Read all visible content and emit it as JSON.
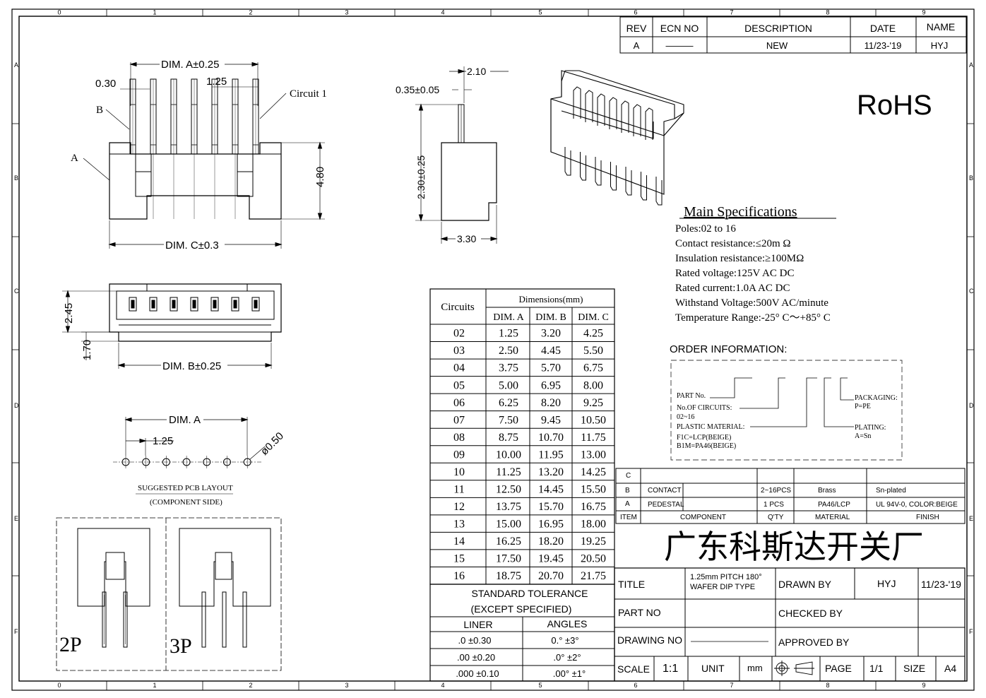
{
  "border": {
    "cols": [
      "0",
      "1",
      "2",
      "3",
      "4",
      "5",
      "6",
      "7",
      "8",
      "9"
    ],
    "rows": [
      "A",
      "B",
      "C",
      "D",
      "E",
      "F"
    ]
  },
  "revision": {
    "headers": [
      "REV",
      "ECN NO",
      "DESCRIPTION",
      "DATE",
      "NAME"
    ],
    "row": [
      "A",
      "———",
      "NEW",
      "11/23-'19",
      "HYJ"
    ]
  },
  "rohs": "RoHS",
  "front_view": {
    "dim_a": "DIM. A±0.25",
    "pin_width": "0.30",
    "pitch": "1.25",
    "circuit1": "Circuit 1",
    "label_b": "B",
    "label_a": "A",
    "height": "4.80",
    "dim_c": "DIM. C±0.3"
  },
  "side_view": {
    "top": "2.10",
    "pin": "0.35±0.05",
    "height": "2.30±0.25",
    "width": "3.30"
  },
  "top_view": {
    "h1": "2.45",
    "h2": "1.70",
    "dim_b": "DIM. B±0.25"
  },
  "pcb_layout": {
    "dim_a": "DIM. A",
    "pitch": "1.25",
    "hole": "ø0.50",
    "title": "SUGGESTED PCB LAYOUT",
    "subtitle": "(COMPONENT SIDE)"
  },
  "variants": [
    "2P",
    "3P"
  ],
  "specs": {
    "title": "Main Specifications",
    "lines": [
      "Poles:02 to 16",
      "Contact resistance:≤20m Ω",
      "Insulation resistance:≥100MΩ",
      "Rated voltage:125V AC DC",
      "Rated current:1.0A AC DC",
      "Withstand Voltage:500V AC/minute",
      "Temperature Range:-25° C～+85° C"
    ]
  },
  "order": {
    "title": "ORDER INFORMATION:",
    "part_no": "PART No.",
    "circuits": "No.OF CIRCUITS:",
    "circuits_range": "02~16",
    "material": "PLASTIC MATERIAL:",
    "mat1": "F1C=LCP(BEIGE)",
    "mat2": "B1M=PA46(BEIGE)",
    "packaging": "PACKAGING:",
    "packaging_val": "P=PE",
    "plating": "PLATING:",
    "plating_val": "A=Sn"
  },
  "dim_table": {
    "circuits_header": "Circuits",
    "dimensions_header": "Dimensions(mm)",
    "cols": [
      "DIM. A",
      "DIM. B",
      "DIM. C"
    ],
    "rows": [
      [
        "02",
        "1.25",
        "3.20",
        "4.25"
      ],
      [
        "03",
        "2.50",
        "4.45",
        "5.50"
      ],
      [
        "04",
        "3.75",
        "5.70",
        "6.75"
      ],
      [
        "05",
        "5.00",
        "6.95",
        "8.00"
      ],
      [
        "06",
        "6.25",
        "8.20",
        "9.25"
      ],
      [
        "07",
        "7.50",
        "9.45",
        "10.50"
      ],
      [
        "08",
        "8.75",
        "10.70",
        "11.75"
      ],
      [
        "09",
        "10.00",
        "11.95",
        "13.00"
      ],
      [
        "10",
        "11.25",
        "13.20",
        "14.25"
      ],
      [
        "11",
        "12.50",
        "14.45",
        "15.50"
      ],
      [
        "12",
        "13.75",
        "15.70",
        "16.75"
      ],
      [
        "13",
        "15.00",
        "16.95",
        "18.00"
      ],
      [
        "14",
        "16.25",
        "18.20",
        "19.25"
      ],
      [
        "15",
        "17.50",
        "19.45",
        "20.50"
      ],
      [
        "16",
        "18.75",
        "20.70",
        "21.75"
      ]
    ]
  },
  "tolerance": {
    "title1": "STANDARD TOLERANCE",
    "title2": "(EXCEPT  SPECIFIED)",
    "liner": "LINER",
    "angles": "ANGLES",
    "rows": [
      [
        ".0  ±0.30",
        "0.°  ±3°"
      ],
      [
        ".00 ±0.20",
        ".0° ±2°"
      ],
      [
        ".000 ±0.10",
        ".00° ±1°"
      ]
    ]
  },
  "bom": {
    "rows": [
      [
        "C",
        "",
        "",
        "",
        "",
        ""
      ],
      [
        "B",
        "CONTACT",
        "",
        "2~16PCS",
        "Brass",
        "Sn-plated"
      ],
      [
        "A",
        "PEDESTAL",
        "",
        "1 PCS",
        "PA46/LCP",
        "UL 94V-0, COLOR:BEIGE"
      ]
    ],
    "header": [
      "ITEM",
      "COMPONENT",
      "Q'TY",
      "MATERIAL",
      "FINISH"
    ]
  },
  "company": "广东科斯达开关厂",
  "title_block": {
    "title_label": "TITLE",
    "title_val1": "1.25mm PITCH 180°",
    "title_val2": "WAFER DIP TYPE",
    "drawn_by": "DRAWN BY",
    "drawn_name": "HYJ",
    "drawn_date": "11/23-'19",
    "part_no": "PART NO",
    "checked_by": "CHECKED BY",
    "drawing_no": "DRAWING NO",
    "approved_by": "APPROVED BY",
    "scale": "SCALE",
    "scale_val": "1:1",
    "unit": "UNIT",
    "unit_val": "mm",
    "page": "PAGE",
    "page_val": "1/1",
    "size": "SIZE",
    "size_val": "A4"
  }
}
